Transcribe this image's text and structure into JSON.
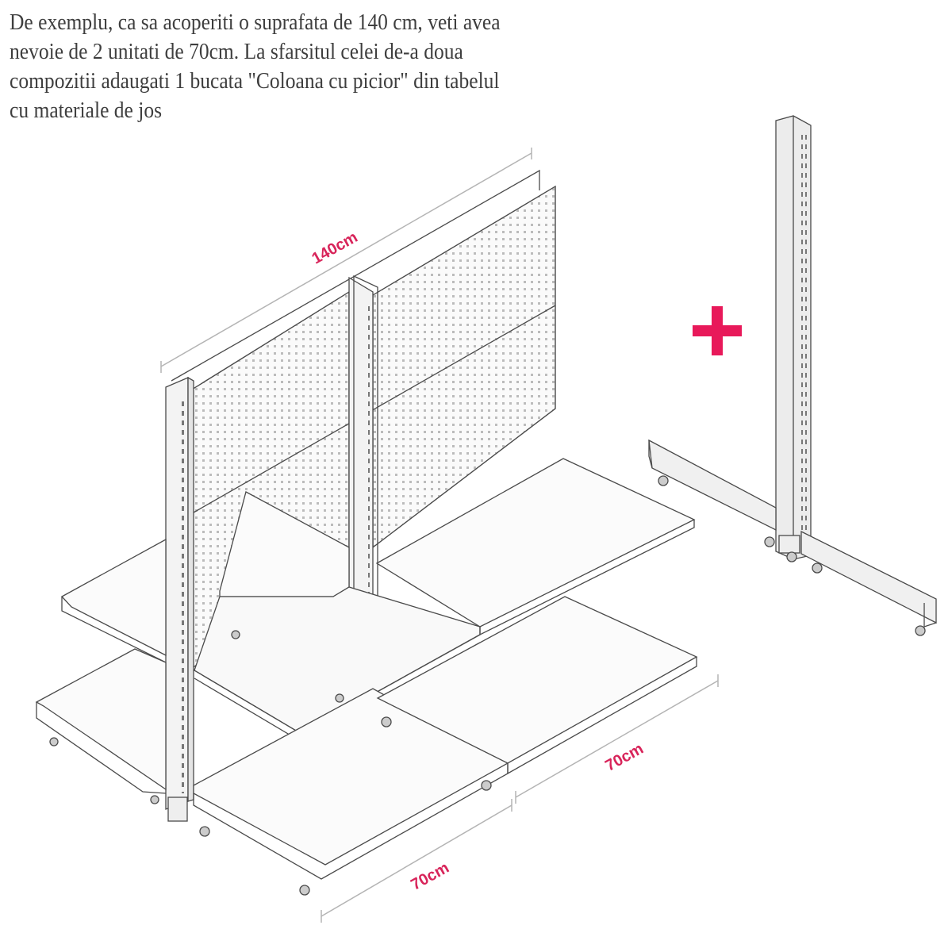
{
  "intro_text": "De exemplu, ca sa acoperiti o suprafata de 140 cm, veti avea nevoie de 2 unitati de 70cm. La sfarsitul celei de-a doua compozitii adaugati 1 bucata \"Coloana cu picior\" din tabelul cu materiale de jos",
  "dimensions": {
    "total_width": "140cm",
    "unit_front": "70cm",
    "unit_right": "70cm"
  },
  "colors": {
    "accent": "#e8195a",
    "dimension_text": "#d8245a",
    "line": "#4a4a4a",
    "metal_fill": "#f2f2f2"
  },
  "icons": {
    "plus": "plus-icon"
  }
}
